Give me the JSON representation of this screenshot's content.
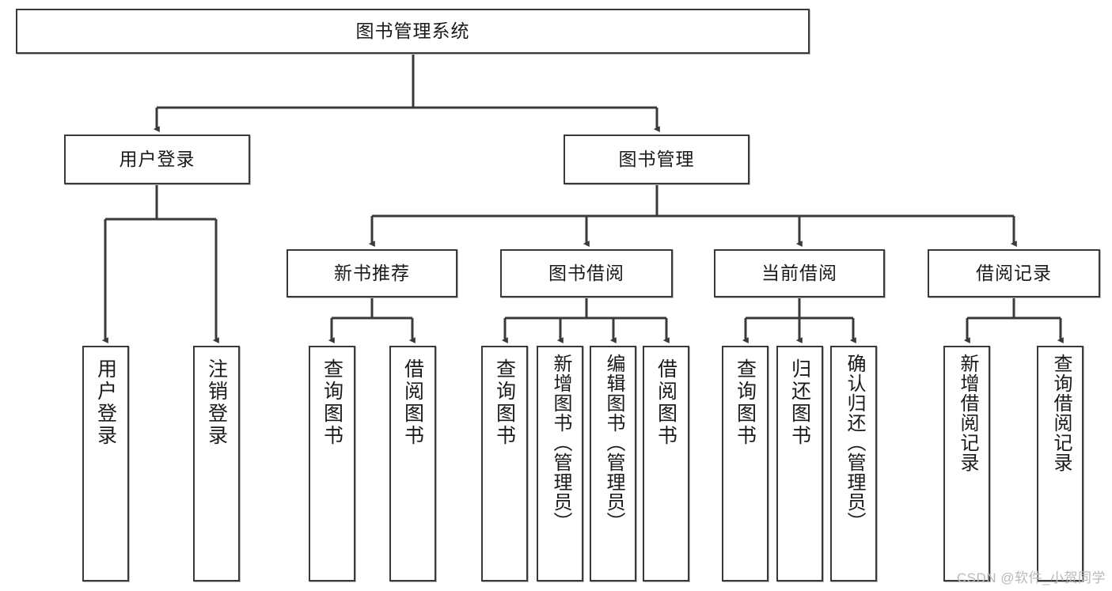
{
  "diagram": {
    "title": "图书管理系统",
    "watermark": "CSDN @软件_小贺同学",
    "line_color": "#3a3a3a",
    "box_fill": "#ffffff",
    "text_color": "#1a1a1a",
    "watermark_color": "#b9b9b9"
  },
  "nodes": {
    "root": {
      "label": "图书管理系统"
    },
    "level2": [
      {
        "id": "user-login",
        "label": "用户登录"
      },
      {
        "id": "book-management",
        "label": "图书管理"
      }
    ],
    "level3": [
      {
        "id": "new-book-recommend",
        "label": "新书推荐"
      },
      {
        "id": "book-borrow",
        "label": "图书借阅"
      },
      {
        "id": "current-borrow",
        "label": "当前借阅"
      },
      {
        "id": "borrow-record",
        "label": "借阅记录"
      }
    ],
    "leaves": {
      "user_login": [
        {
          "id": "leaf-user-login",
          "label": "用户登录"
        },
        {
          "id": "leaf-logout-login",
          "label": "注销登录"
        }
      ],
      "new_book_recommend": [
        {
          "id": "leaf-query-book-1",
          "label": "查询图书"
        },
        {
          "id": "leaf-borrow-book-1",
          "label": "借阅图书"
        }
      ],
      "book_borrow": [
        {
          "id": "leaf-query-book-2",
          "label": "查询图书"
        },
        {
          "id": "leaf-add-book",
          "label": "新增图书（管理员）"
        },
        {
          "id": "leaf-edit-book",
          "label": "编辑图书（管理员）"
        },
        {
          "id": "leaf-borrow-book-2",
          "label": "借阅图书"
        }
      ],
      "current_borrow": [
        {
          "id": "leaf-query-book-3",
          "label": "查询图书"
        },
        {
          "id": "leaf-return-book",
          "label": "归还图书"
        },
        {
          "id": "leaf-confirm-return",
          "label": "确认归还（管理员）"
        }
      ],
      "borrow_record": [
        {
          "id": "leaf-add-record",
          "label": "新增借阅记录"
        },
        {
          "id": "leaf-query-record",
          "label": "查询借阅记录"
        }
      ]
    }
  }
}
